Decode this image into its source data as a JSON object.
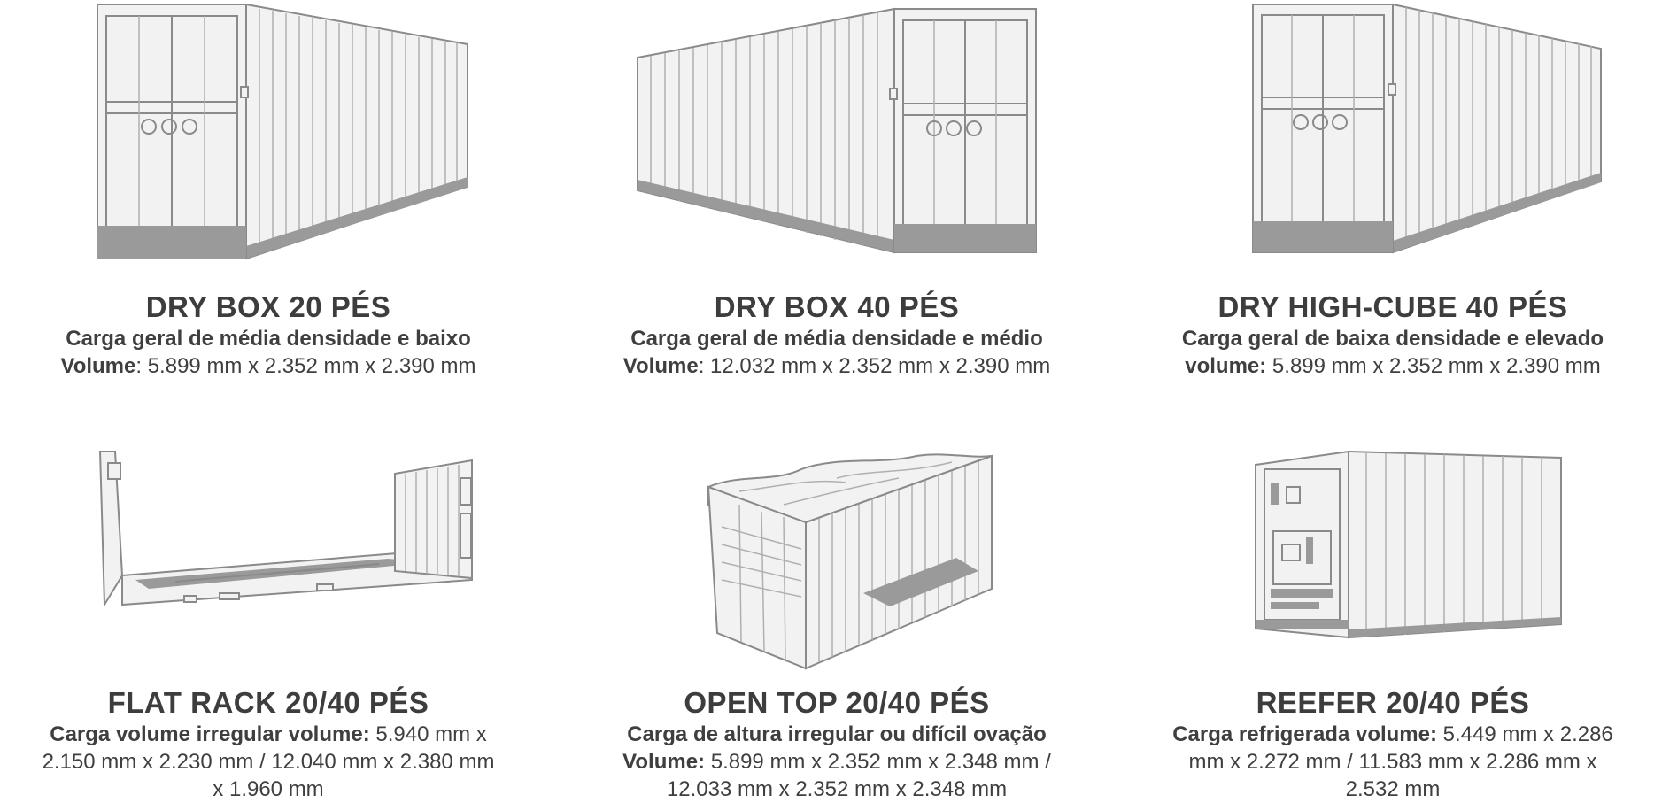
{
  "containers": [
    {
      "image_icon": "dry-box-20-container-illustration",
      "title": "DRY BOX 20 PÉS",
      "line1_bold": "Carga geral de média densidade e baixo",
      "line2_bold": "Volume",
      "line2_rest": ": 5.899 mm x 2.352 mm x 2.390 mm"
    },
    {
      "image_icon": "dry-box-40-container-illustration",
      "title": "DRY BOX 40 PÉS",
      "line1_bold": "Carga geral de média densidade e médio",
      "line2_bold": "Volume",
      "line2_rest": ": 12.032 mm x 2.352 mm x 2.390 mm"
    },
    {
      "image_icon": "dry-high-cube-40-container-illustration",
      "title": "DRY HIGH-CUBE 40 PÉS",
      "line1_bold": "Carga geral de baixa densidade e elevado",
      "line2_bold": "volume:",
      "line2_rest": " 5.899 mm x 2.352 mm x 2.390 mm"
    },
    {
      "image_icon": "flat-rack-container-illustration",
      "title": "FLAT RACK 20/40 PÉS",
      "line1_bold": "Carga volume irregular volume:",
      "line1_rest": " 5.940 mm x",
      "line2": "2.150 mm x 2.230 mm / 12.040 mm x 2.380 mm",
      "line3": "x 1.960 mm"
    },
    {
      "image_icon": "open-top-container-illustration",
      "title": "OPEN TOP 20/40 PÉS",
      "line1_bold": "Carga de altura irregular ou difícil ovação",
      "line2_bold": "Volume:",
      "line2_rest": " 5.899 mm x 2.352 mm x 2.348 mm /",
      "line3": "12.033 mm x 2.352 mm x 2.348 mm"
    },
    {
      "image_icon": "reefer-container-illustration",
      "title": "REEFER 20/40 PÉS",
      "line1_bold": "Carga refrigerada volume:",
      "line1_rest": " 5.449 mm x 2.286",
      "line2": "mm x 2.272 mm / 11.583 mm x 2.286 mm x",
      "line3": "2.532 mm"
    }
  ]
}
